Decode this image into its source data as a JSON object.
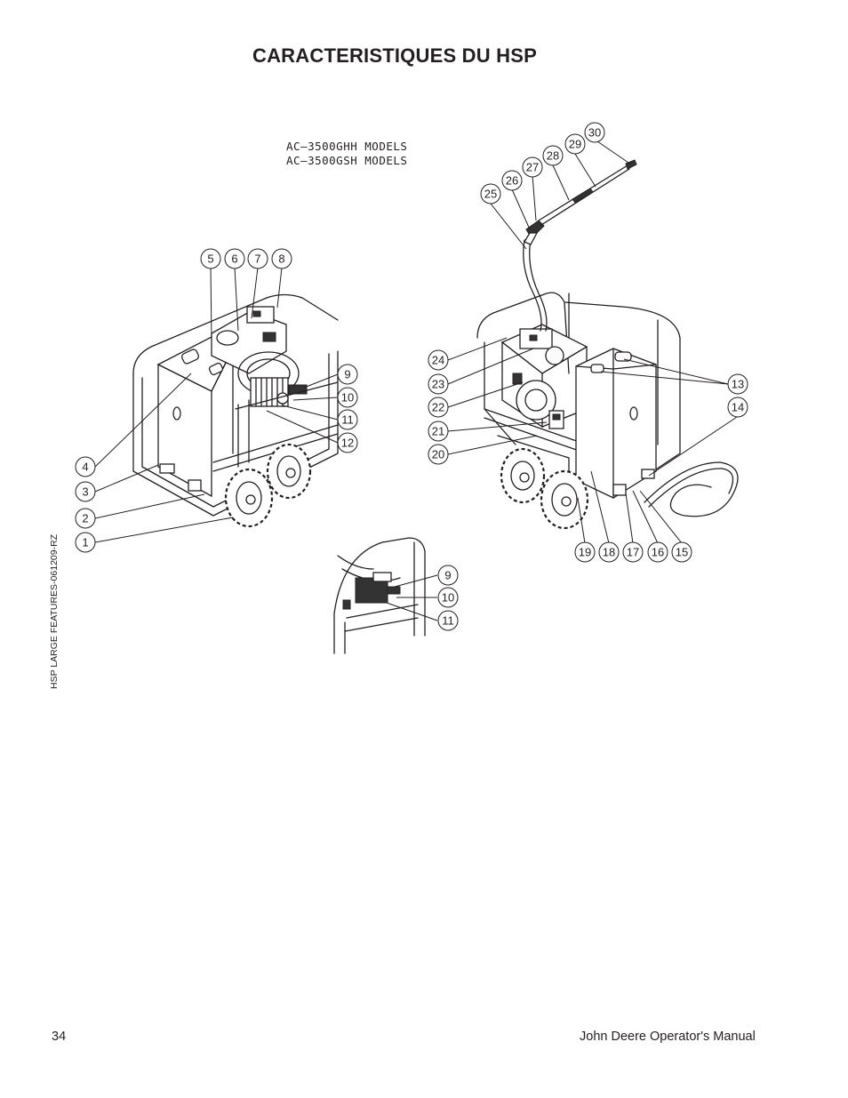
{
  "header": {
    "title": "CARACTERISTIQUES DU HSP"
  },
  "models": {
    "line1": "AC—3500GHH  MODELS",
    "line2": "AC—3500GSH  MODELS"
  },
  "side_label": "HSP LARGE FEATURES-061209-RZ",
  "footer": {
    "page_number": "34",
    "manual": "John Deere Operator's Manual"
  },
  "callouts": {
    "c1": "1",
    "c2": "2",
    "c3": "3",
    "c4": "4",
    "c5": "5",
    "c6": "6",
    "c7": "7",
    "c8": "8",
    "c9": "9",
    "c10": "10",
    "c11": "11",
    "c12": "12",
    "c13": "13",
    "c14": "14",
    "c15": "15",
    "c16": "16",
    "c17": "17",
    "c18": "18",
    "c19": "19",
    "c20": "20",
    "c21": "21",
    "c22": "22",
    "c23": "23",
    "c24": "24",
    "c25": "25",
    "c26": "26",
    "c27": "27",
    "c28": "28",
    "c29": "29",
    "c30": "30",
    "d9": "9",
    "d10": "10",
    "d11": "11"
  }
}
